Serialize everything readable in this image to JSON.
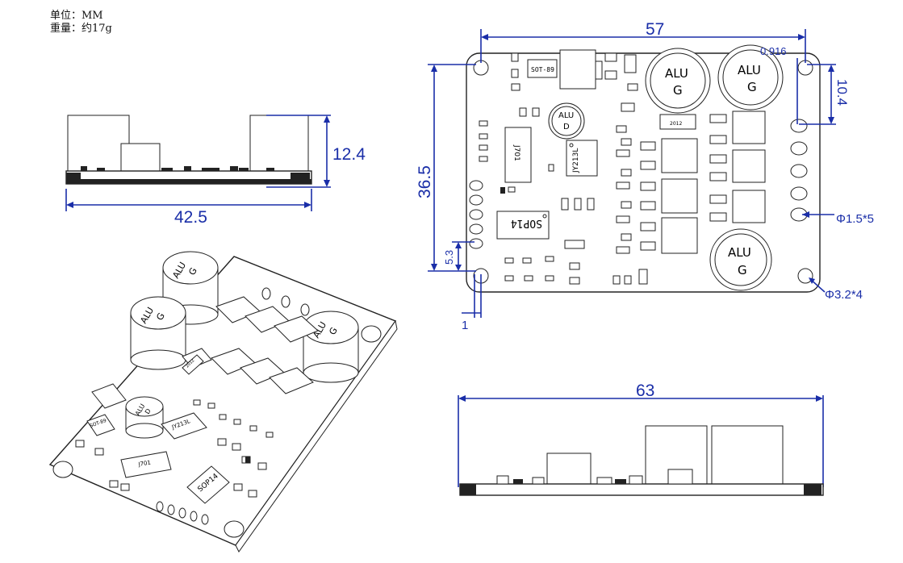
{
  "spec": {
    "unit_line": "单位：MM",
    "weight_line": "重量：约17g"
  },
  "dimensions": {
    "side_height": "12.4",
    "side_width": "42.5",
    "top_width": "57",
    "hole_offset_x": "0.916",
    "hole_offset_y": "10.4",
    "height": "36.5",
    "pin_pitch": "5.3",
    "edge_offset": "1",
    "small_hole": "Φ1.5*5",
    "mount_hole": "Φ3.2*4",
    "length": "63"
  },
  "components": {
    "cap_label_1": "ALU",
    "cap_label_2": "G",
    "cap_d_1": "ALU",
    "cap_d_2": "D",
    "sot": "SOT-89",
    "chip_jy": "JY213L",
    "chip_j701": "J701",
    "chip_sop": "SOP14",
    "small_part": "2012"
  },
  "colors": {
    "dimension": "#1a2ea8",
    "outline": "#222222"
  }
}
